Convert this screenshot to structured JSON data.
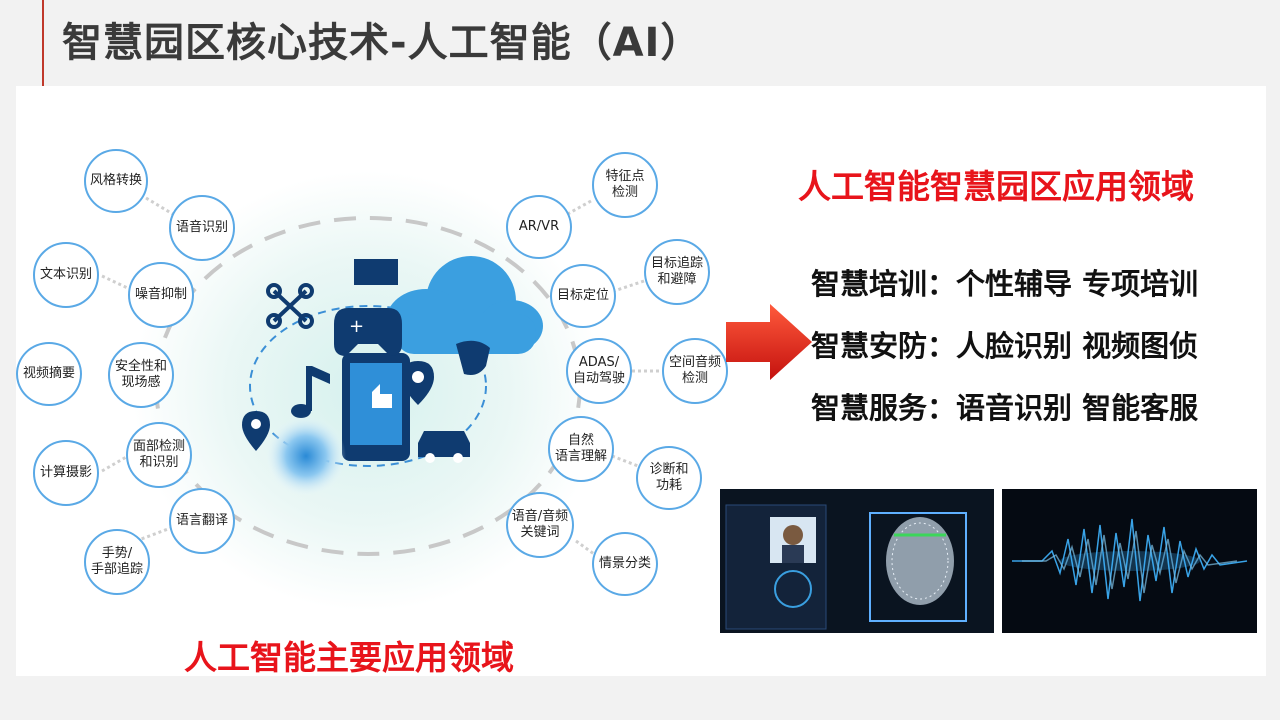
{
  "title": "智慧园区核心技术-人工智能（AI）",
  "left_caption": "人工智能主要应用领域",
  "right_caption": "人工智能智慧园区应用领域",
  "left_nodes": [
    "风格转换",
    "语音识别",
    "文本识别",
    "噪音抑制",
    "视频摘要",
    "安全性和\n现场感",
    "计算摄影",
    "面部检测\n和识别",
    "语言翻译",
    "手势/\n手部追踪"
  ],
  "right_nodes": [
    "特征点\n检测",
    "AR/VR",
    "目标追踪\n和避障",
    "目标定位",
    "ADAS/\n自动驾驶",
    "空间音频\n检测",
    "自然\n语言理解",
    "诊断和\n功耗",
    "语音/音频\n关键词",
    "情景分类"
  ],
  "applications": [
    "智慧培训：个性辅导 专项培训",
    "智慧安防：人脸识别 视频图侦",
    "智慧服务：语音识别 智能客服"
  ],
  "colors": {
    "accent_red": "#e8141b",
    "node_border": "#5aa9e6",
    "title_text": "#3a3a3a"
  }
}
